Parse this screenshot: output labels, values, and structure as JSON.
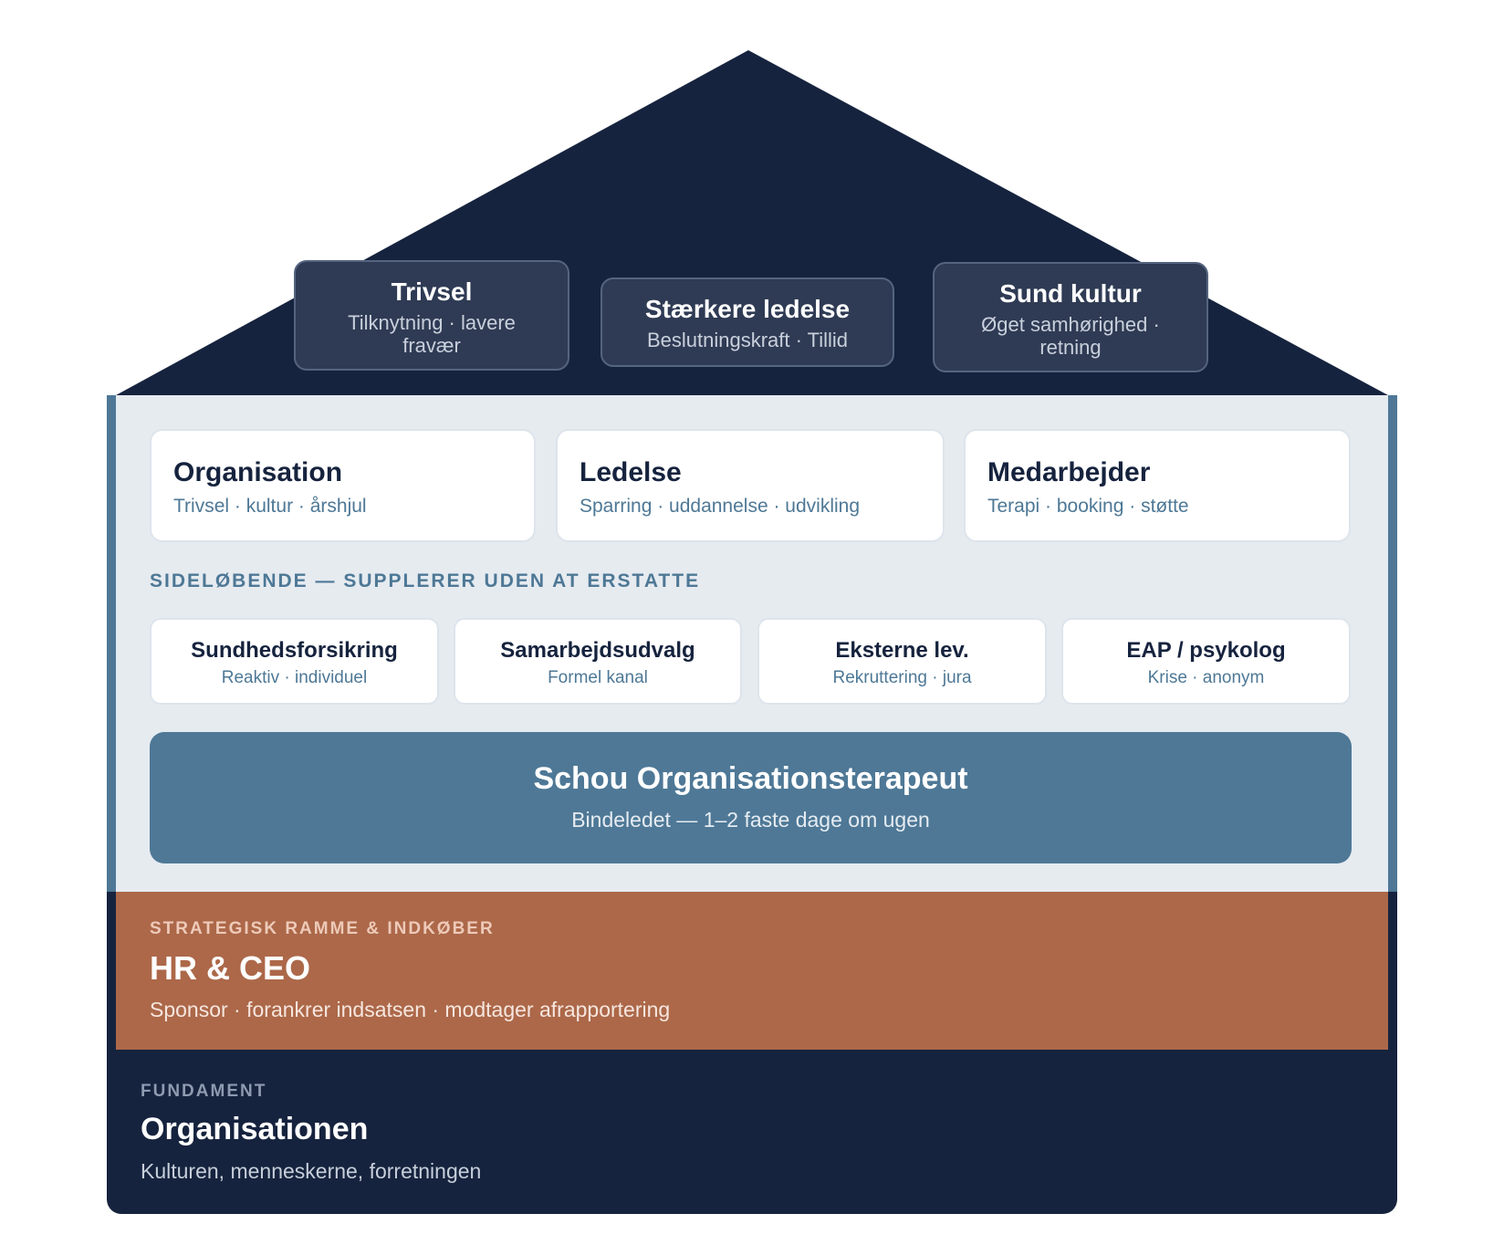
{
  "goals": [
    {
      "title": "Trivsel",
      "subtitle": "Tilknytning · lavere fravær"
    },
    {
      "title": "Stærkere ledelse",
      "subtitle": "Beslutningskraft · Tillid"
    },
    {
      "title": "Sund kultur",
      "subtitle": "Øget samhørighed · retning"
    }
  ],
  "pillars": [
    {
      "title": "Organisation",
      "subtitle": "Trivsel · kultur · årshjul"
    },
    {
      "title": "Ledelse",
      "subtitle": "Sparring · uddannelse · udvikling"
    },
    {
      "title": "Medarbejder",
      "subtitle": "Terapi · booking · støtte"
    }
  ],
  "side_heading": "SIDELØBENDE — SUPPLERER UDEN AT ERSTATTE",
  "side_services": [
    {
      "title": "Sundhedsforsikring",
      "subtitle": "Reaktiv · individuel"
    },
    {
      "title": "Samarbejdsudvalg",
      "subtitle": "Formel kanal"
    },
    {
      "title": "Eksterne lev.",
      "subtitle": "Rekruttering · jura"
    },
    {
      "title": "EAP / psykolog",
      "subtitle": "Krise · anonym"
    }
  ],
  "core": {
    "title": "Schou Organisationsterapeut",
    "subtitle": "Bindeledet — 1–2 faste dage om ugen"
  },
  "hr": {
    "eyebrow": "STRATEGISK RAMME & INDKØBER",
    "title": "HR & CEO",
    "subtitle": "Sponsor · forankrer indsatsen · modtager afrapportering"
  },
  "foundation": {
    "eyebrow": "FUNDAMENT",
    "title": "Organisationen",
    "subtitle": "Kulturen, menneskerne, forretningen"
  },
  "colors": {
    "navy": "#16233e",
    "steel_blue": "#4e7896",
    "terracotta": "#ac6849",
    "body_bg": "#e6ebf0"
  }
}
